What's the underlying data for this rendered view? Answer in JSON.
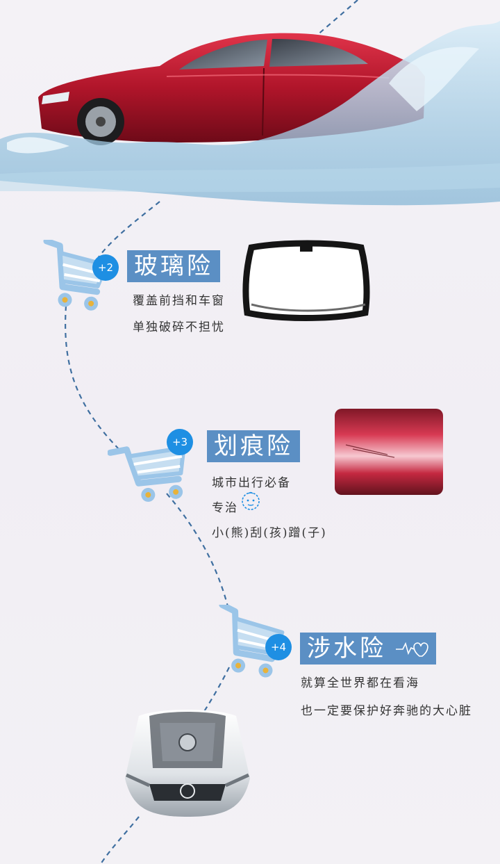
{
  "colors": {
    "accent_blue": "#5b8fc4",
    "badge_blue": "#1e8fe3",
    "cart_blue": "#9bc5e8",
    "wheel_yellow": "#e8b23a",
    "car_red": "#b0152a",
    "text_dark": "#333333"
  },
  "items": [
    {
      "badge": "+2",
      "title": "玻璃险",
      "lines": [
        "覆盖前挡和车窗",
        "单独破碎不担忧"
      ],
      "icon": "shopping-cart-icon",
      "image": "windshield-image"
    },
    {
      "badge": "+3",
      "title": "划痕险",
      "lines": [
        "城市出行必备",
        "专治",
        "小(熊)刮(孩)蹭(子)"
      ],
      "icon": "shopping-cart-icon",
      "extra_icon": "baby-face-icon",
      "image": "scratched-paint-image"
    },
    {
      "badge": "+4",
      "title": "涉水险",
      "lines": [
        "就算全世界都在看海",
        "也一定要保护好奔驰的大心脏"
      ],
      "icon": "shopping-cart-icon",
      "extra_icon": "heartbeat-icon",
      "image": "white-car-engine-image"
    }
  ]
}
